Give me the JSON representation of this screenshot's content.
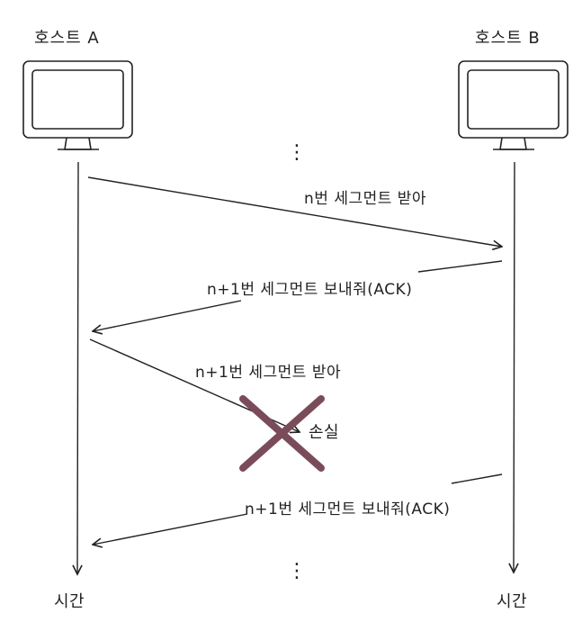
{
  "hosts": {
    "a": {
      "label": "호스트 A"
    },
    "b": {
      "label": "호스트 B"
    }
  },
  "time": {
    "a_label": "시간",
    "b_label": "시간"
  },
  "continuation": {
    "top": "⋮",
    "bottom": "⋮"
  },
  "messages": [
    {
      "label": "n번 세그먼트 받아",
      "direction": "A→B"
    },
    {
      "label": "n+1번 세그먼트 보내줘(ACK)",
      "direction": "B→A"
    },
    {
      "label": "n+1번 세그먼트 받아",
      "direction": "A→B",
      "lost": true
    },
    {
      "label": "n+1번 세그먼트 보내줘(ACK)",
      "direction": "B→A"
    }
  ],
  "loss": {
    "label": "손실"
  },
  "colors": {
    "line": "#222222",
    "cross": "#7a4c5a"
  },
  "icons": {
    "host_a": "monitor-icon",
    "host_b": "monitor-icon",
    "loss": "cross-icon"
  }
}
